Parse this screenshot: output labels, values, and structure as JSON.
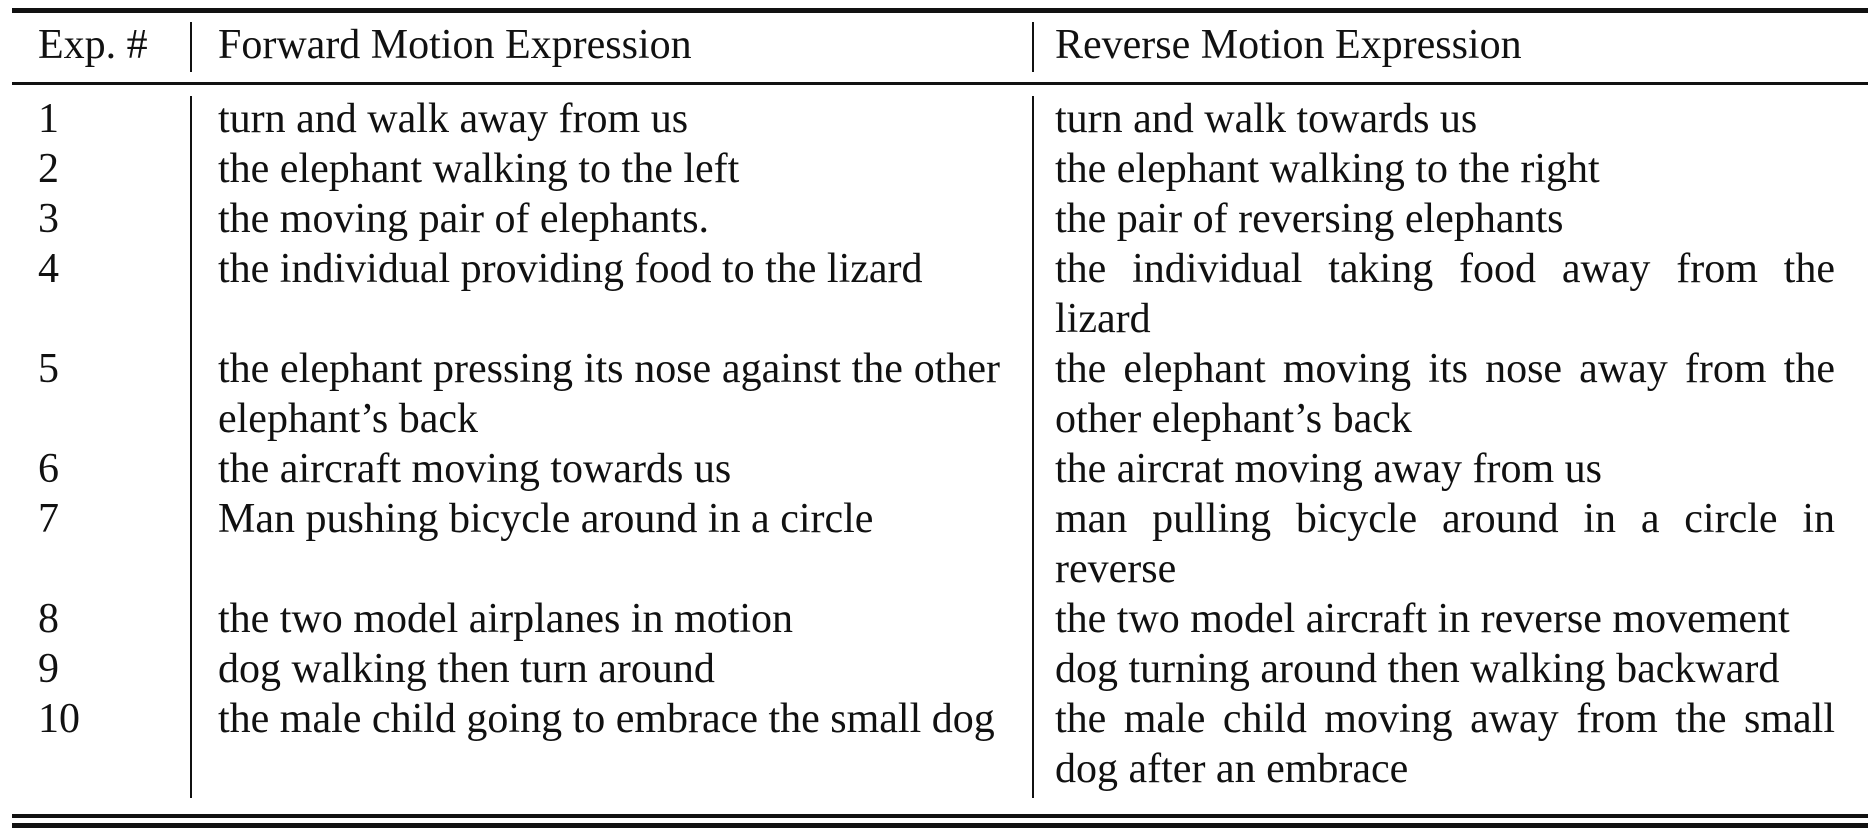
{
  "table": {
    "headers": {
      "exp": "Exp. #",
      "forward": "Forward Motion Expression",
      "reverse": "Reverse Motion Expression"
    },
    "rows": [
      {
        "exp": "1",
        "forward": "turn and walk away from us",
        "reverse": "turn and walk towards us"
      },
      {
        "exp": "2",
        "forward": "the elephant walking to the left",
        "reverse": "the elephant walking to the right"
      },
      {
        "exp": "3",
        "forward": "the moving pair of elephants.",
        "reverse": "the pair of reversing elephants"
      },
      {
        "exp": "4",
        "forward": "the individual providing food to the lizard",
        "reverse": "the individual taking food away from the lizard"
      },
      {
        "exp": "5",
        "forward": "the elephant pressing its nose against the other elephant’s back",
        "reverse": "the elephant moving its nose away from the other elephant’s back"
      },
      {
        "exp": "6",
        "forward": "the aircraft moving towards us",
        "reverse": "the aircrat moving away from us"
      },
      {
        "exp": "7",
        "forward": "Man pushing bicycle around in a circle",
        "reverse": "man pulling bicycle around in a circle in reverse"
      },
      {
        "exp": "8",
        "forward": "the two model airplanes in motion",
        "reverse": "the two model aircraft in reverse movement"
      },
      {
        "exp": "9",
        "forward": "dog walking then turn around",
        "reverse": "dog turning around then walking backward"
      },
      {
        "exp": "10",
        "forward": "the male child going to embrace the small dog",
        "reverse": "the male child moving away from the small dog after an embrace"
      }
    ]
  }
}
